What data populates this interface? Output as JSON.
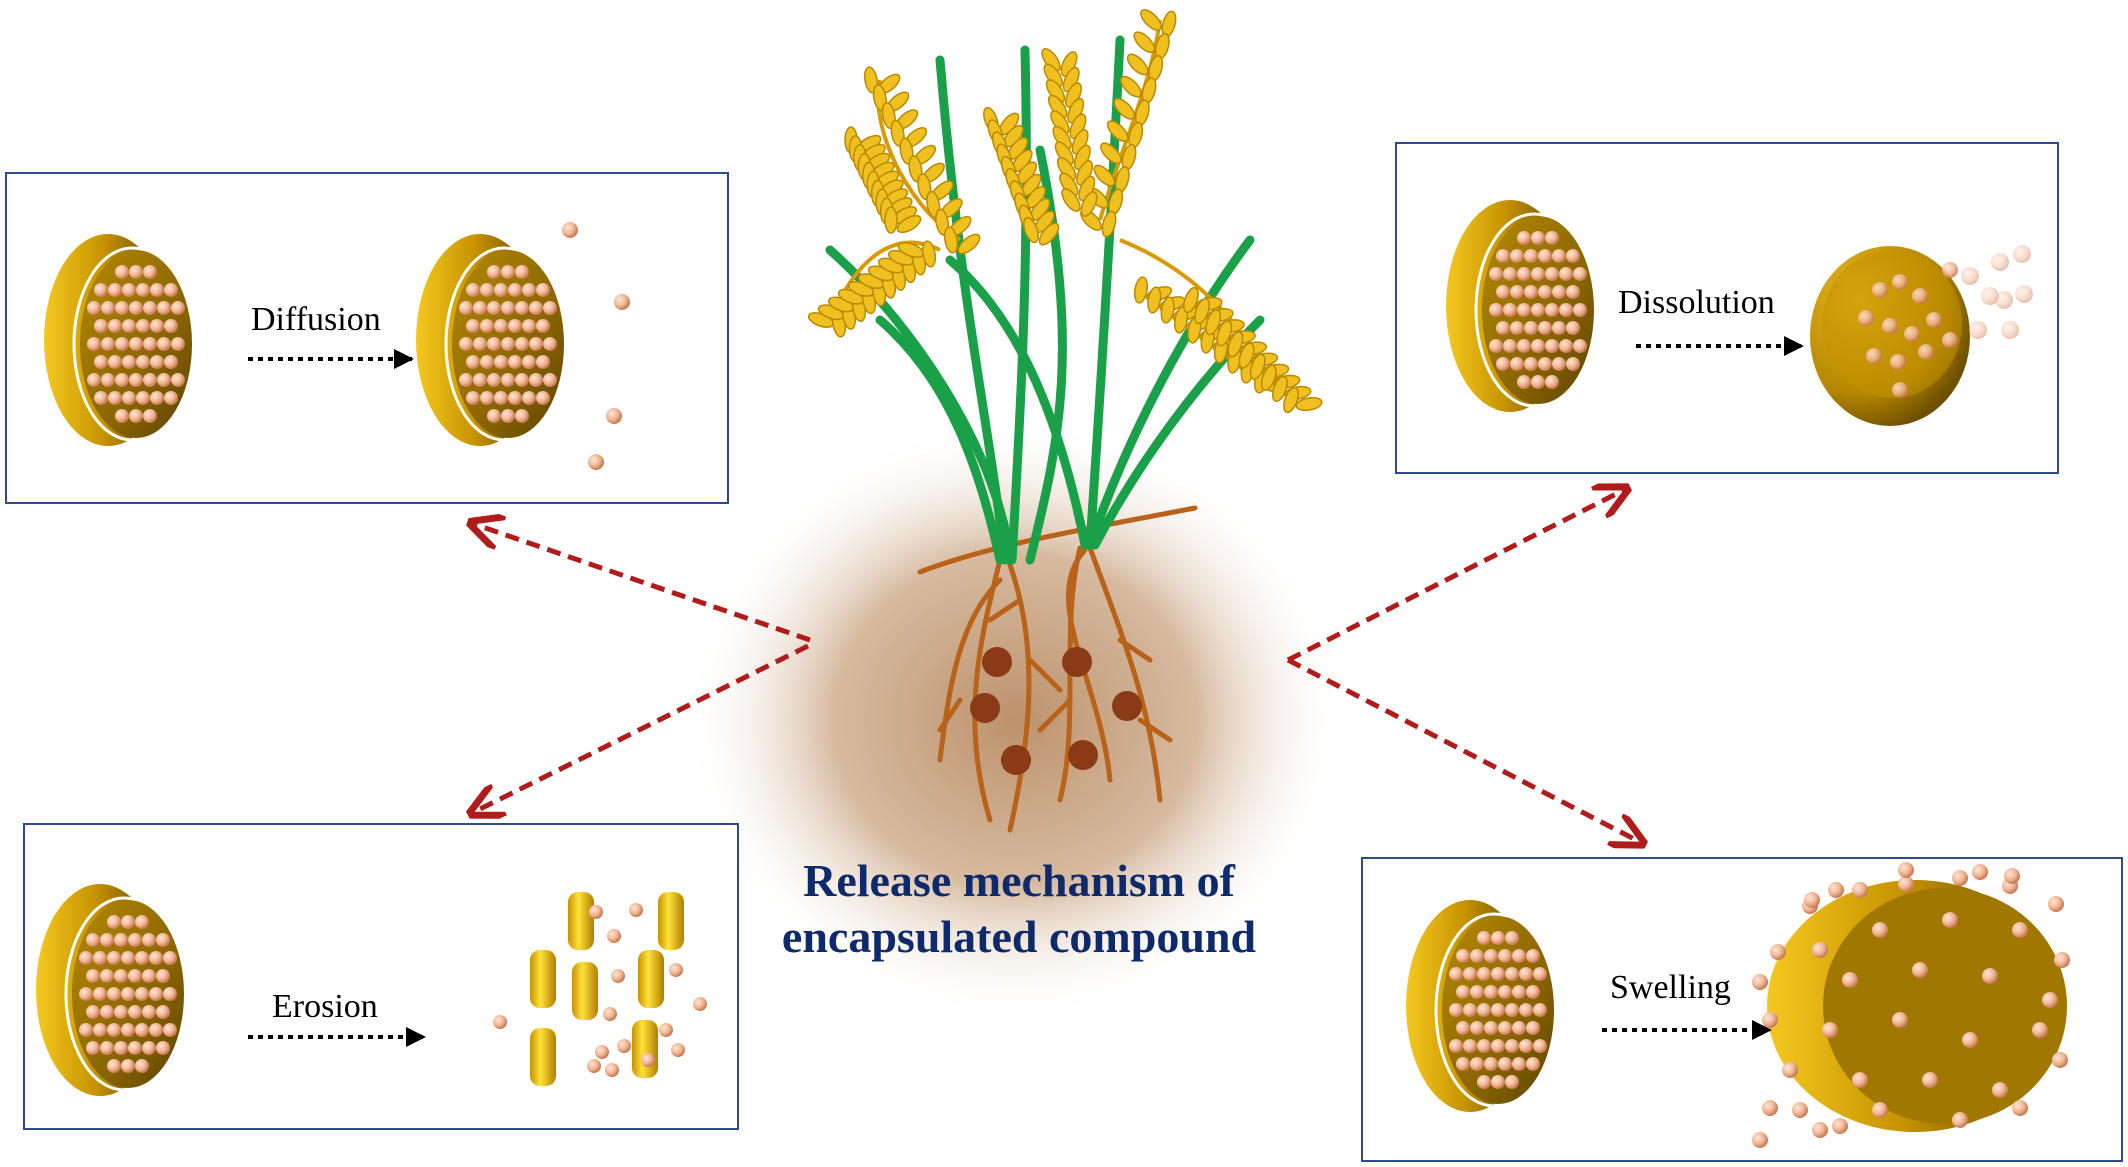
{
  "title": {
    "line1": "Release mechanism of",
    "line2": "encapsulated compound"
  },
  "panels": {
    "diffusion": {
      "label": "Diffusion"
    },
    "dissolution": {
      "label": "Dissolution"
    },
    "erosion": {
      "label": "Erosion"
    },
    "swelling": {
      "label": "Swelling"
    }
  },
  "colors": {
    "panel_border": "#2e4a8c",
    "capsule_gold": "#e0b00c",
    "capsule_dark": "#7a5a00",
    "bead": "#f0b898",
    "arrow_red": "#b01c1c",
    "soil": "#c8a07c",
    "leaf_green": "#1aa048",
    "grain_yellow": "#f0c020",
    "root_brown": "#b8621a",
    "title_navy": "#0f2a6b"
  },
  "icons": [
    "rice-plant-icon",
    "soil-glow",
    "capsule-icon",
    "bead-icon",
    "dashed-arrow-icon"
  ]
}
